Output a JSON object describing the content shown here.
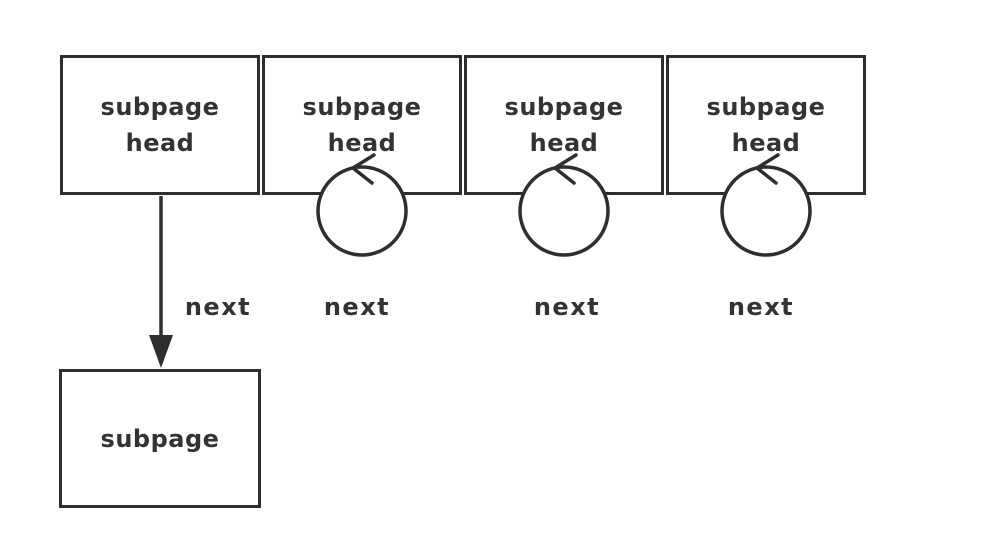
{
  "diagram": {
    "head_boxes": [
      {
        "line1": "subpage",
        "line2": "head",
        "has_self_loop": false
      },
      {
        "line1": "subpage",
        "line2": "head",
        "has_self_loop": true
      },
      {
        "line1": "subpage",
        "line2": "head",
        "has_self_loop": true
      },
      {
        "line1": "subpage",
        "line2": "head",
        "has_self_loop": true
      }
    ],
    "edge_labels": [
      "next",
      "next",
      "next",
      "next"
    ],
    "subpage_box": {
      "label": "subpage"
    },
    "colors": {
      "stroke": "#2e2e2e",
      "text": "#333333",
      "background": "#ffffff"
    }
  }
}
